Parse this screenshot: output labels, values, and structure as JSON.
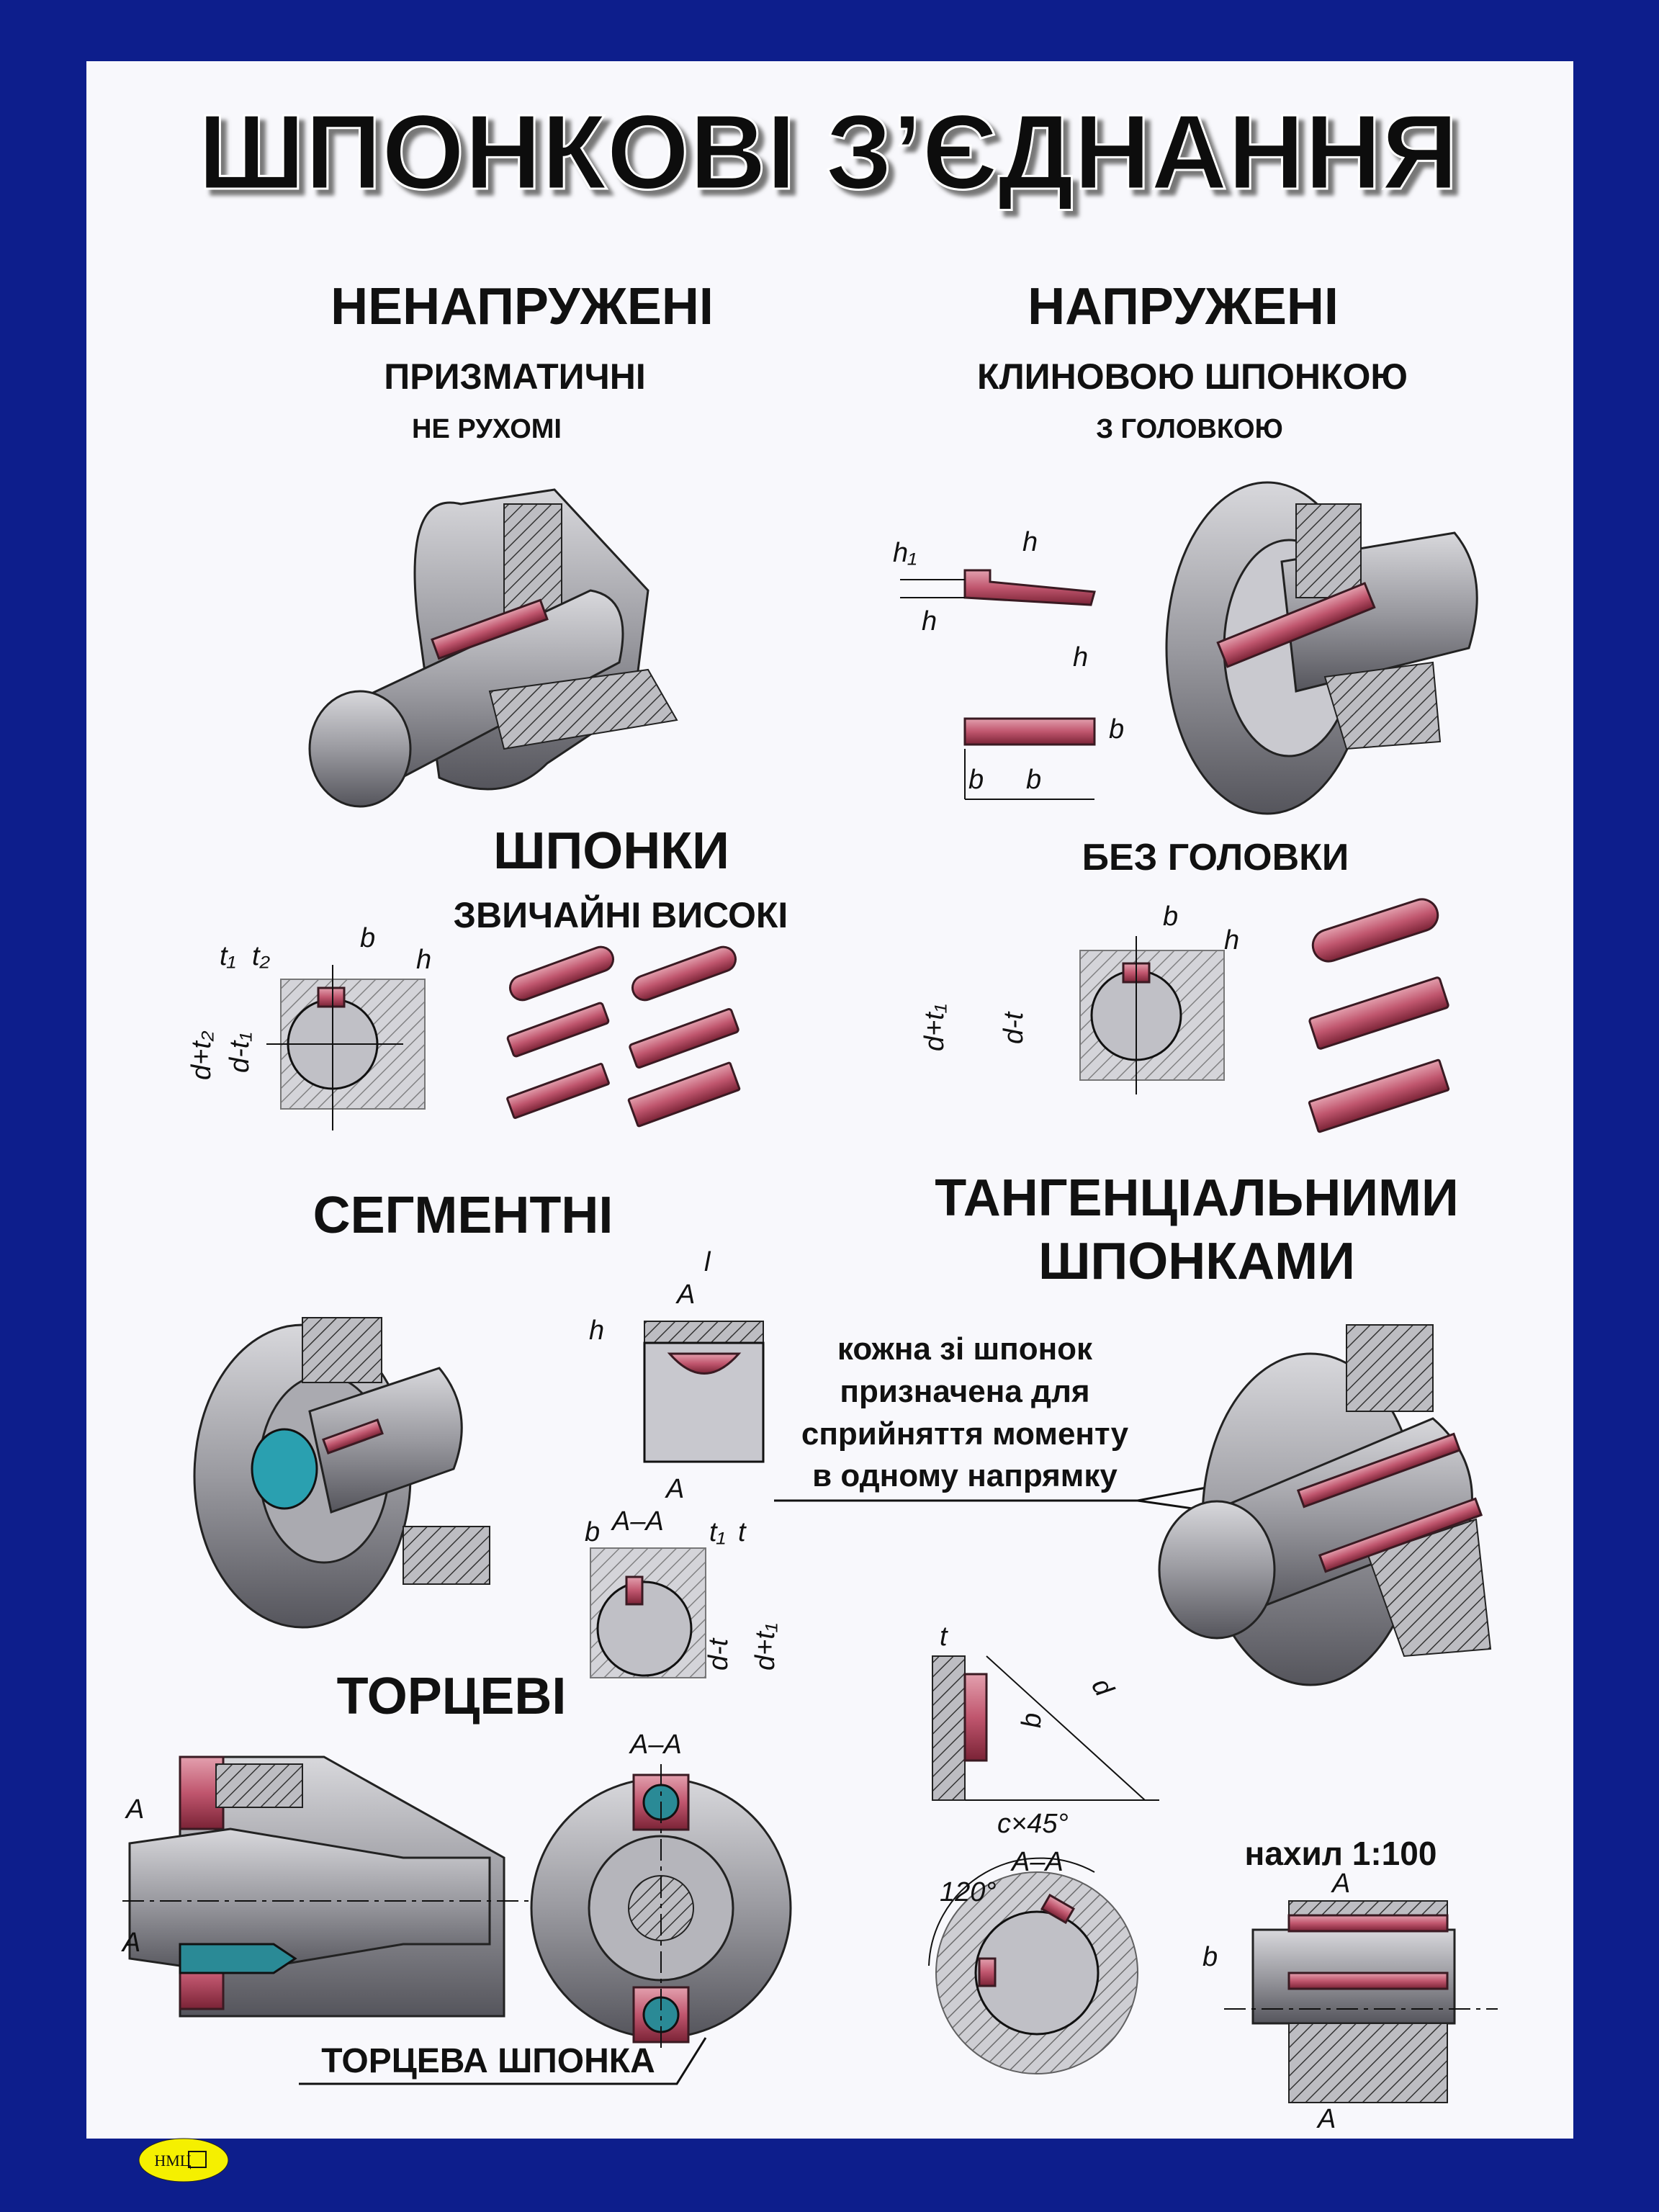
{
  "title": "ШПОНКОВІ З’ЄДНАННЯ",
  "sections": {
    "unstressed": {
      "heading": "НЕНАПРУЖЕНІ",
      "sub": "ПРИЗМАТИЧНІ",
      "sub2": "НЕ РУХОМІ"
    },
    "stressed": {
      "heading": "НАПРУЖЕНІ",
      "sub": "КЛИНОВОЮ ШПОНКОЮ",
      "sub2": "З ГОЛОВКОЮ"
    },
    "keys": {
      "heading": "ШПОНКИ",
      "sub": "ЗВИЧАЙНІ ВИСОКІ"
    },
    "headless": {
      "heading": "БЕЗ ГОЛОВКИ"
    },
    "segment": {
      "heading": "СЕГМЕНТНІ"
    },
    "tangential": {
      "heading_line1": "ТАНГЕНЦІАЛЬНИМИ",
      "heading_line2": "ШПОНКАМИ",
      "note": [
        "кожна зі шпонок",
        "призначена для",
        "сприйняття моменту",
        "в одному напрямку"
      ]
    },
    "face": {
      "heading": "ТОРЦЕВІ",
      "callout": "ТОРЦЕВА ШПОНКА"
    },
    "slope": {
      "label": "нахил 1:100"
    }
  },
  "dims": {
    "h1": "h₁",
    "h": "h",
    "b": "b",
    "t1": "t₁",
    "t2": "t₂",
    "t": "t",
    "l": "l",
    "d": "d",
    "d_plus_t2": "d+t₂",
    "d_minus_t1": "d-t₁",
    "d_plus_t1": "d+t₁",
    "d_minus_t": "d-t",
    "A": "A",
    "section_AA": "A–A",
    "chamfer": "c×45°",
    "angle": "120°"
  },
  "logo": "НМЦ",
  "colors": {
    "border": "#0d1e8c",
    "page": "#f8f8fc",
    "key": "#c0566e",
    "metal": "#8c8c92",
    "logo": "#f5f000"
  }
}
